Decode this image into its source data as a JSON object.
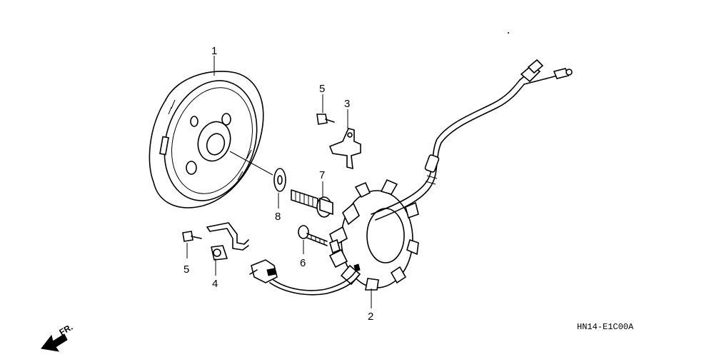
{
  "callouts": {
    "c1": "1",
    "c2": "2",
    "c3": "3",
    "c4": "4",
    "c5a": "5",
    "c5b": "5",
    "c6": "6",
    "c7": "7",
    "c8": "8"
  },
  "diagram_code": "HN14-E1C00A",
  "direction_label": "FR."
}
